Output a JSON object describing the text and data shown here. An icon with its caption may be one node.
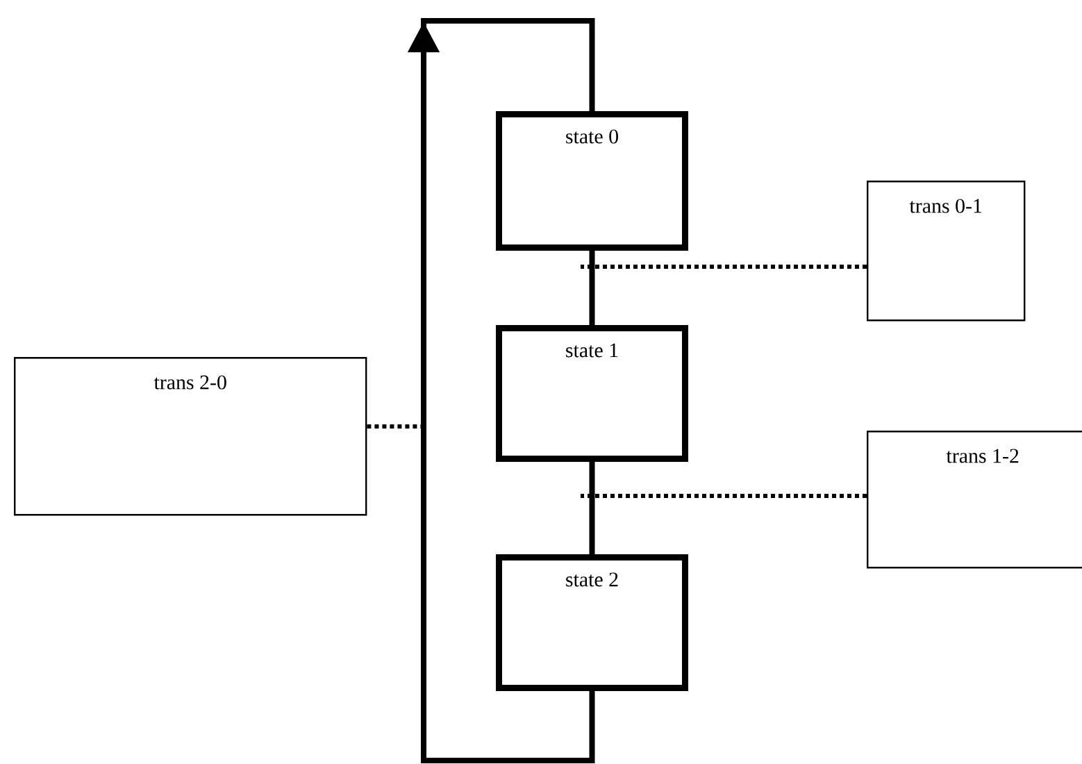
{
  "diagram": {
    "nodes": [
      {
        "text": [
          "state 0"
        ]
      },
      {
        "text": [
          "state 1"
        ]
      },
      {
        "text": [
          "state 2"
        ]
      },
      {
        "text": [
          "trans 0-1"
        ]
      },
      {
        "text": [
          "trans 1-2"
        ]
      },
      {
        "text": [
          "trans 2-0"
        ]
      }
    ],
    "edges": [
      {
        "from": 0,
        "to": 1,
        "arrow": "none"
      },
      {
        "from": 1,
        "to": 2,
        "arrow": "none"
      },
      {
        "from": 2,
        "to": 0,
        "arrow": "to"
      },
      {
        "from": 3,
        "to": null,
        "arrow": "none",
        "style": "dashed"
      },
      {
        "from": 4,
        "to": null,
        "arrow": "none",
        "style": "dashed"
      },
      {
        "from": 5,
        "to": null,
        "arrow": "none",
        "style": "dashed"
      }
    ]
  }
}
